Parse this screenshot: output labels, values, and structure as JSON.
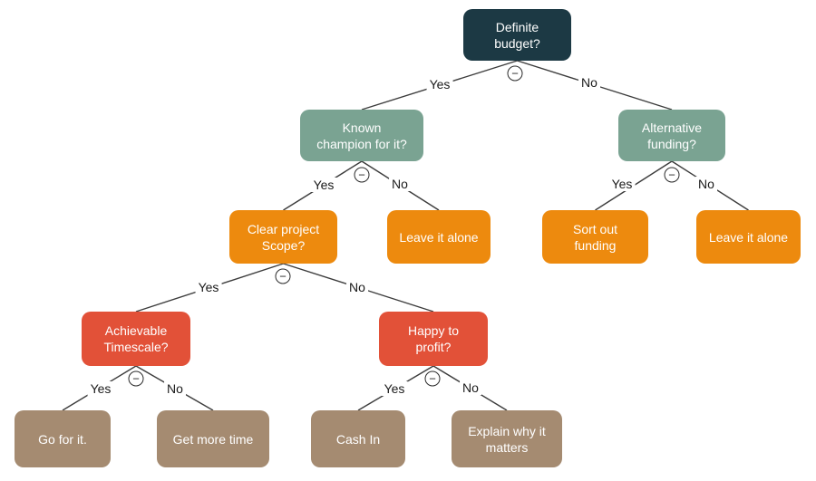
{
  "diagram_type": "decision-tree-flowchart",
  "colors": {
    "dark": "#1C3944",
    "green": "#7AA392",
    "orange": "#ED8A0E",
    "red": "#E25138",
    "tan": "#A58B71",
    "line": "#3C3C3C",
    "node_text": "#FFFFFF",
    "label_text": "#1A1A1A",
    "background": "#FFFFFF"
  },
  "icons": {
    "collapse_minus": "−"
  },
  "nodes": {
    "definite_budget": {
      "label": "Definite\nbudget?",
      "color": "dark"
    },
    "known_champion": {
      "label": "Known\nchampion for it?",
      "color": "green"
    },
    "alternative_funding": {
      "label": "Alternative\nfunding?",
      "color": "green"
    },
    "clear_scope": {
      "label": "Clear project\nScope?",
      "color": "orange"
    },
    "leave_it_alone_1": {
      "label": "Leave it alone",
      "color": "orange"
    },
    "sort_out_funding": {
      "label": "Sort out\nfunding",
      "color": "orange"
    },
    "leave_it_alone_2": {
      "label": "Leave it alone",
      "color": "orange"
    },
    "achievable_timescale": {
      "label": "Achievable\nTimescale?",
      "color": "red"
    },
    "happy_to_profit": {
      "label": "Happy to\nprofit?",
      "color": "red"
    },
    "go_for_it": {
      "label": "Go for it.",
      "color": "tan"
    },
    "get_more_time": {
      "label": "Get more time",
      "color": "tan"
    },
    "cash_in": {
      "label": "Cash In",
      "color": "tan"
    },
    "explain_why_matters": {
      "label": "Explain why it\nmatters",
      "color": "tan"
    }
  },
  "branches": {
    "definite_budget_yes": "Yes",
    "definite_budget_no": "No",
    "known_champion_yes": "Yes",
    "known_champion_no": "No",
    "alternative_funding_yes": "Yes",
    "alternative_funding_no": "No",
    "clear_scope_yes": "Yes",
    "clear_scope_no": "No",
    "achievable_timescale_yes": "Yes",
    "achievable_timescale_no": "No",
    "happy_to_profit_yes": "Yes",
    "happy_to_profit_no": "No"
  },
  "tree": {
    "root": "definite_budget",
    "children": {
      "definite_budget": {
        "yes": "known_champion",
        "no": "alternative_funding"
      },
      "known_champion": {
        "yes": "clear_scope",
        "no": "leave_it_alone_1"
      },
      "alternative_funding": {
        "yes": "sort_out_funding",
        "no": "leave_it_alone_2"
      },
      "clear_scope": {
        "yes": "achievable_timescale",
        "no": "happy_to_profit"
      },
      "achievable_timescale": {
        "yes": "go_for_it",
        "no": "get_more_time"
      },
      "happy_to_profit": {
        "yes": "cash_in",
        "no": "explain_why_matters"
      }
    }
  }
}
